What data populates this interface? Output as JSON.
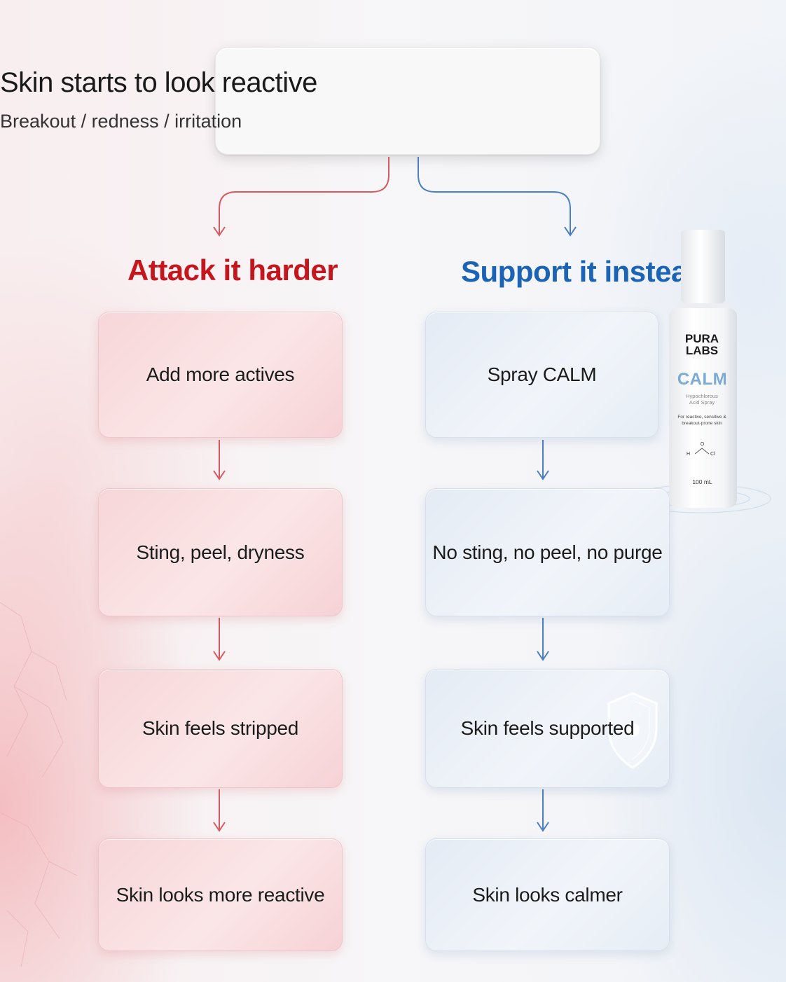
{
  "top": {
    "title": "Skin starts to look reactive",
    "subtitle": "Breakout / redness / irritation"
  },
  "branches": {
    "left": {
      "heading": "Attack it harder",
      "color": "#c4161c",
      "steps": [
        "Add more actives",
        "Sting, peel, dryness",
        "Skin feels stripped",
        "Skin looks more reactive"
      ]
    },
    "right": {
      "heading": "Support it instead",
      "color": "#1b63b4",
      "steps": [
        "Spray CALM",
        "No sting, no peel, no purge",
        "Skin feels supported",
        "Skin looks calmer"
      ]
    }
  },
  "product": {
    "brand": "PURA LABS",
    "name": "CALM",
    "description": "Hypochlorous Acid Spray",
    "note": "For reactive, sensitive & breakout-prone skin",
    "formula_h": "H",
    "formula_o": "O",
    "formula_cl": "Cl",
    "volume": "100 mL"
  },
  "icons": {
    "shield": "shield-icon",
    "arrow": "arrow-down-icon"
  }
}
